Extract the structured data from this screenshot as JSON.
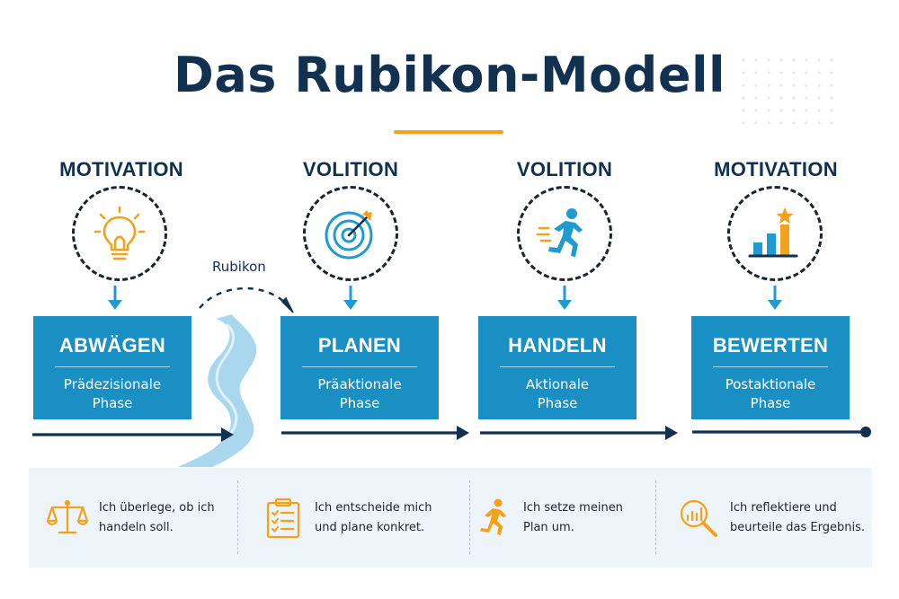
{
  "title": "Das Rubikon-Modell",
  "colors": {
    "navy": "#12304f",
    "box_blue": "#1a8fc4",
    "accent_orange": "#f5a21b",
    "icon_blue": "#1f9bd1",
    "river": "#a9d8ee",
    "panel_bg": "#eef5fa"
  },
  "rubikon_label": "Rubikon",
  "phases": [
    {
      "category": "MOTIVATION",
      "name": "ABWÄGEN",
      "sub_line1": "Prädezisionale",
      "sub_line2": "Phase",
      "icon": "lightbulb-icon"
    },
    {
      "category": "VOLITION",
      "name": "PLANEN",
      "sub_line1": "Präaktionale",
      "sub_line2": "Phase",
      "icon": "target-icon"
    },
    {
      "category": "VOLITION",
      "name": "HANDELN",
      "sub_line1": "Aktionale",
      "sub_line2": "Phase",
      "icon": "running-person-icon"
    },
    {
      "category": "MOTIVATION",
      "name": "BEWERTEN",
      "sub_line1": "Postaktionale",
      "sub_line2": "Phase",
      "icon": "bar-chart-star-icon"
    }
  ],
  "summary": [
    {
      "text": "Ich überlege, ob ich\nhandeln soll.",
      "icon": "scale-icon"
    },
    {
      "text": "Ich entscheide mich\nund plane konkret.",
      "icon": "clipboard-checklist-icon"
    },
    {
      "text": "Ich setze meinen\nPlan um.",
      "icon": "running-person-icon"
    },
    {
      "text": "Ich reflektiere und\nbeurteile das Ergebnis.",
      "icon": "magnifier-chart-icon"
    }
  ]
}
